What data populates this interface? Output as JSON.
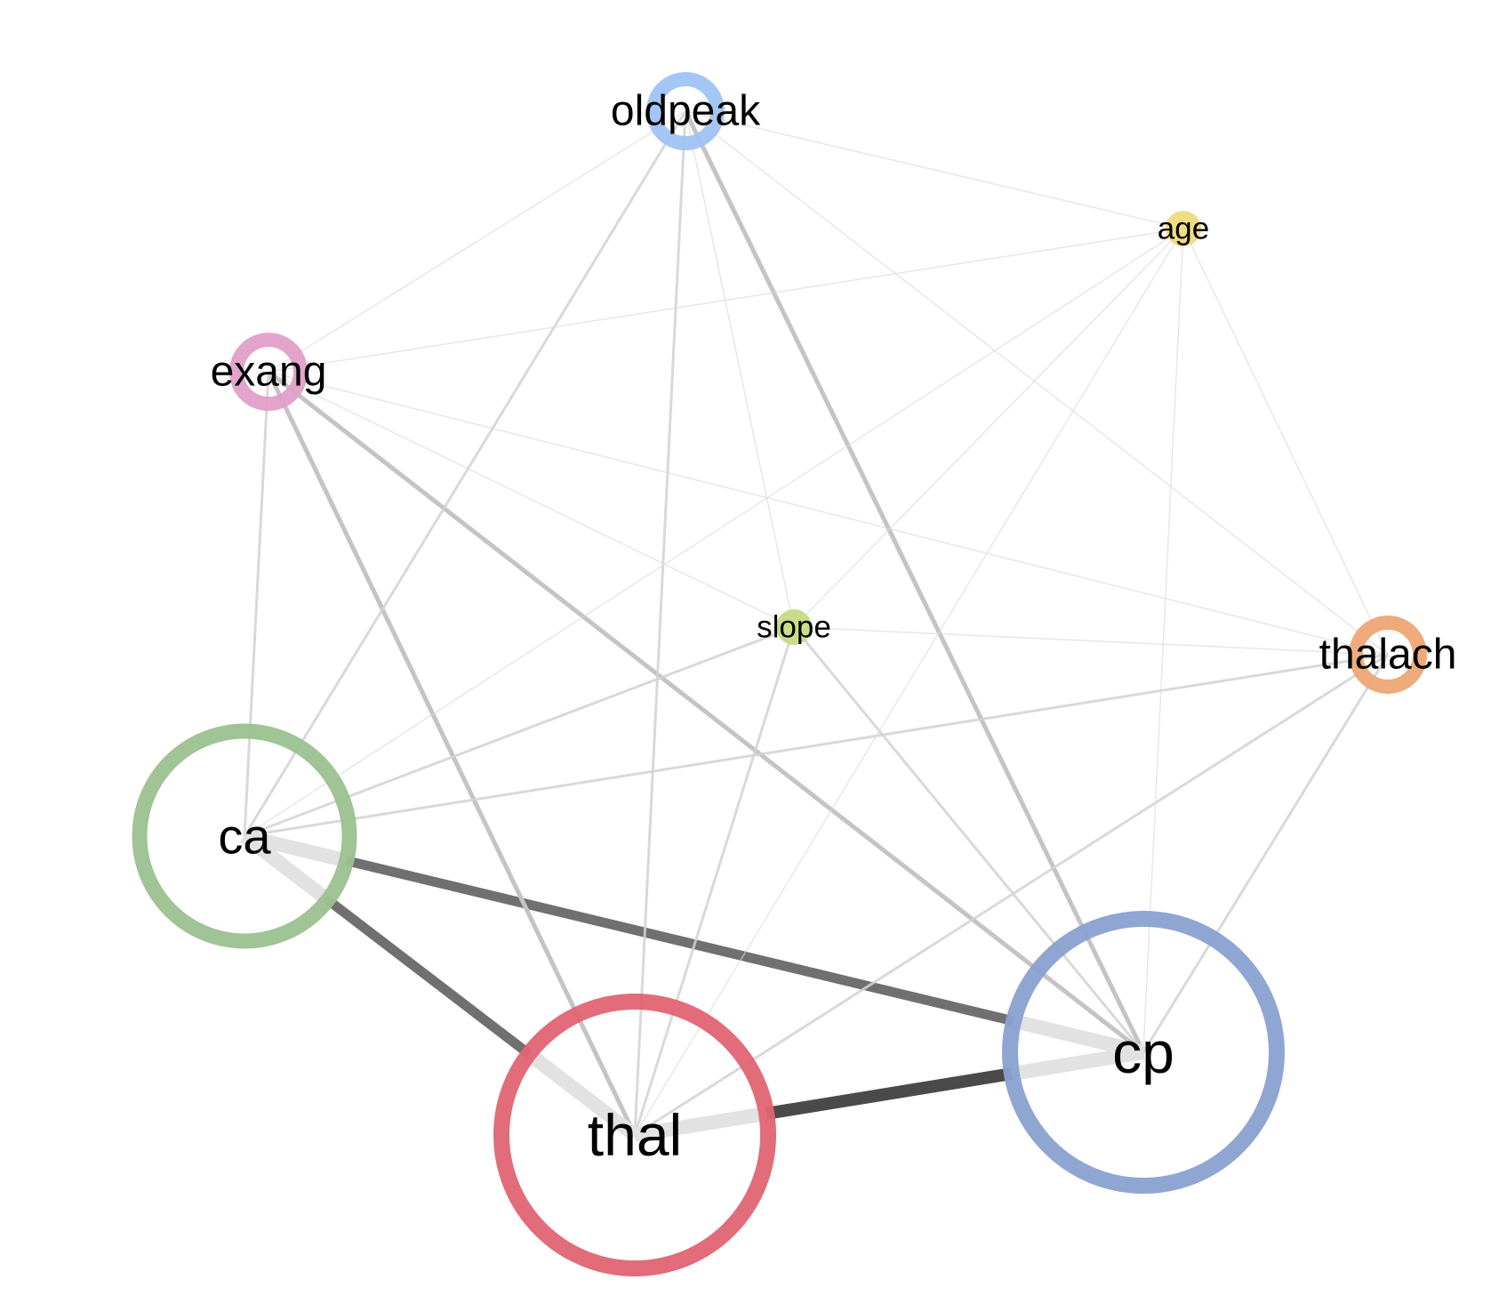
{
  "nodes": [
    {
      "id": "oldpeak",
      "label": "oldpeak",
      "color": "#9fc3f3",
      "size": "small"
    },
    {
      "id": "age",
      "label": "age",
      "color": "#f1dc86",
      "size": "tiny"
    },
    {
      "id": "exang",
      "label": "exang",
      "color": "#e09fc8",
      "size": "small"
    },
    {
      "id": "slope",
      "label": "slope",
      "color": "#c9dd88",
      "size": "tiny"
    },
    {
      "id": "thalach",
      "label": "thalach",
      "color": "#eea674",
      "size": "small"
    },
    {
      "id": "ca",
      "label": "ca",
      "color": "#9bc18f",
      "size": "large"
    },
    {
      "id": "thal",
      "label": "thal",
      "color": "#e06472",
      "size": "xlarge"
    },
    {
      "id": "cp",
      "label": "cp",
      "color": "#8aa1d0",
      "size": "xlarge"
    }
  ],
  "edges": [
    {
      "source": "thal",
      "target": "cp",
      "strength": "strongest"
    },
    {
      "source": "ca",
      "target": "cp",
      "strength": "strong"
    },
    {
      "source": "ca",
      "target": "thal",
      "strength": "strong"
    },
    {
      "source": "exang",
      "target": "cp",
      "strength": "medium"
    },
    {
      "source": "exang",
      "target": "thal",
      "strength": "medium"
    },
    {
      "source": "oldpeak",
      "target": "cp",
      "strength": "medium"
    },
    {
      "source": "oldpeak",
      "target": "thal",
      "strength": "weak"
    },
    {
      "source": "oldpeak",
      "target": "ca",
      "strength": "weak"
    },
    {
      "source": "exang",
      "target": "ca",
      "strength": "weak"
    },
    {
      "source": "thalach",
      "target": "ca",
      "strength": "weak"
    },
    {
      "source": "thalach",
      "target": "thal",
      "strength": "weak"
    },
    {
      "source": "thalach",
      "target": "cp",
      "strength": "weak"
    },
    {
      "source": "slope",
      "target": "cp",
      "strength": "weak"
    },
    {
      "source": "slope",
      "target": "thal",
      "strength": "weak"
    },
    {
      "source": "slope",
      "target": "ca",
      "strength": "weak"
    },
    {
      "source": "age",
      "target": "thal",
      "strength": "faint"
    },
    {
      "source": "age",
      "target": "ca",
      "strength": "faint"
    },
    {
      "source": "age",
      "target": "exang",
      "strength": "faint"
    },
    {
      "source": "age",
      "target": "oldpeak",
      "strength": "faint"
    },
    {
      "source": "age",
      "target": "thalach",
      "strength": "faint"
    },
    {
      "source": "age",
      "target": "cp",
      "strength": "faint"
    },
    {
      "source": "age",
      "target": "slope",
      "strength": "faint"
    },
    {
      "source": "exang",
      "target": "thalach",
      "strength": "faint"
    },
    {
      "source": "exang",
      "target": "slope",
      "strength": "faint"
    },
    {
      "source": "exang",
      "target": "oldpeak",
      "strength": "faint"
    },
    {
      "source": "oldpeak",
      "target": "slope",
      "strength": "faint"
    },
    {
      "source": "oldpeak",
      "target": "thalach",
      "strength": "faint"
    },
    {
      "source": "slope",
      "target": "thalach",
      "strength": "faint"
    }
  ]
}
